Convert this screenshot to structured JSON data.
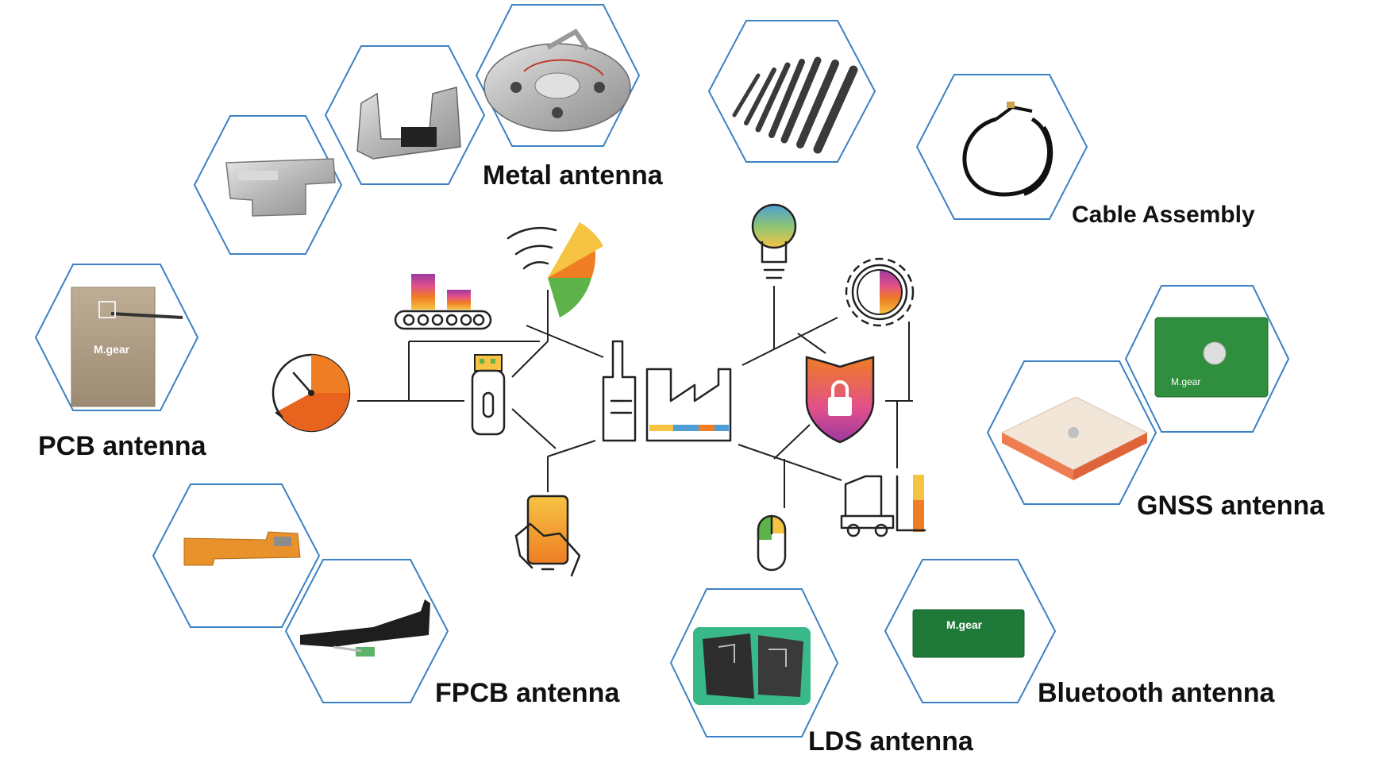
{
  "labels": {
    "metal": "Metal antenna",
    "cable": "Cable Assembly",
    "pcb": "PCB antenna",
    "gnss": "GNSS antenna",
    "fpcb": "FPCB antenna",
    "bluetooth": "Bluetooth antenna",
    "lds": "LDS antenna"
  },
  "product_marks": {
    "brand_pcb": "M.gear",
    "brand_bt": "M.gear",
    "brand_gnss": "M.gear"
  },
  "colors": {
    "hex_border": "#3b82c4",
    "accent_orange": "#ee7d23",
    "accent_purple": "#9b3aa0",
    "accent_green": "#5db34a",
    "accent_yellow": "#f6c343",
    "accent_blue": "#4f9fd6"
  },
  "icons": [
    "wifi-icon",
    "conveyor-icon",
    "stopwatch-icon",
    "usb-stick-icon",
    "smartphone-icon",
    "factory-icon",
    "lightbulb-icon",
    "gear-icon",
    "shield-lock-icon",
    "forklift-icon",
    "mouse-icon"
  ]
}
